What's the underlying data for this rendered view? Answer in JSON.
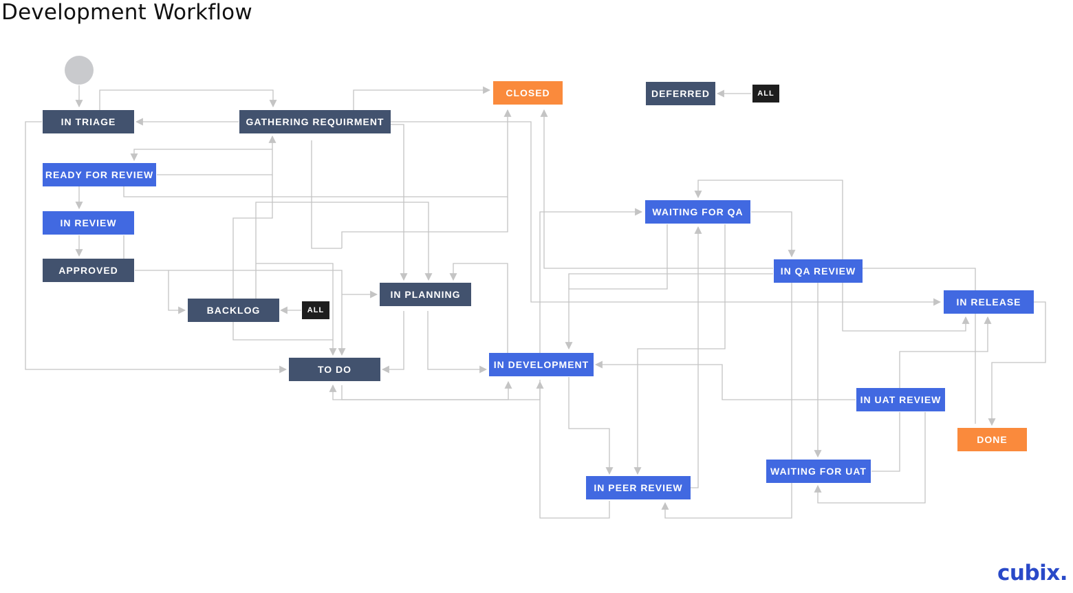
{
  "page": {
    "title": "Development Workflow"
  },
  "colors": {
    "dark": "#42526e",
    "blue": "#4169e1",
    "orange": "#fa8a3c",
    "all": "#1e1e1e",
    "start": "#c9cacd",
    "edge": "#c4c4c4",
    "logo": "#2949c8"
  },
  "nodes": {
    "in_triage": "IN TRIAGE",
    "gathering": "GATHERING REQUIRMENT",
    "ready_for_review": "READY FOR REVIEW",
    "in_review": "IN REVIEW",
    "approved": "APPROVED",
    "backlog": "BACKLOG",
    "in_planning": "IN PLANNING",
    "to_do": "TO DO",
    "closed": "CLOSED",
    "deferred": "DEFERRED",
    "waiting_for_qa": "WAITING FOR QA",
    "in_qa_review": "IN QA REVIEW",
    "in_release": "IN RELEASE",
    "in_development": "IN DEVELOPMENT",
    "in_uat_review": "IN UAT REVIEW",
    "done": "DONE",
    "waiting_for_uat": "WAITING FOR UAT",
    "in_peer_review": "IN PEER REVIEW"
  },
  "tags": {
    "all_backlog": "ALL",
    "all_deferred": "ALL"
  },
  "logo": {
    "text": "cubix."
  }
}
